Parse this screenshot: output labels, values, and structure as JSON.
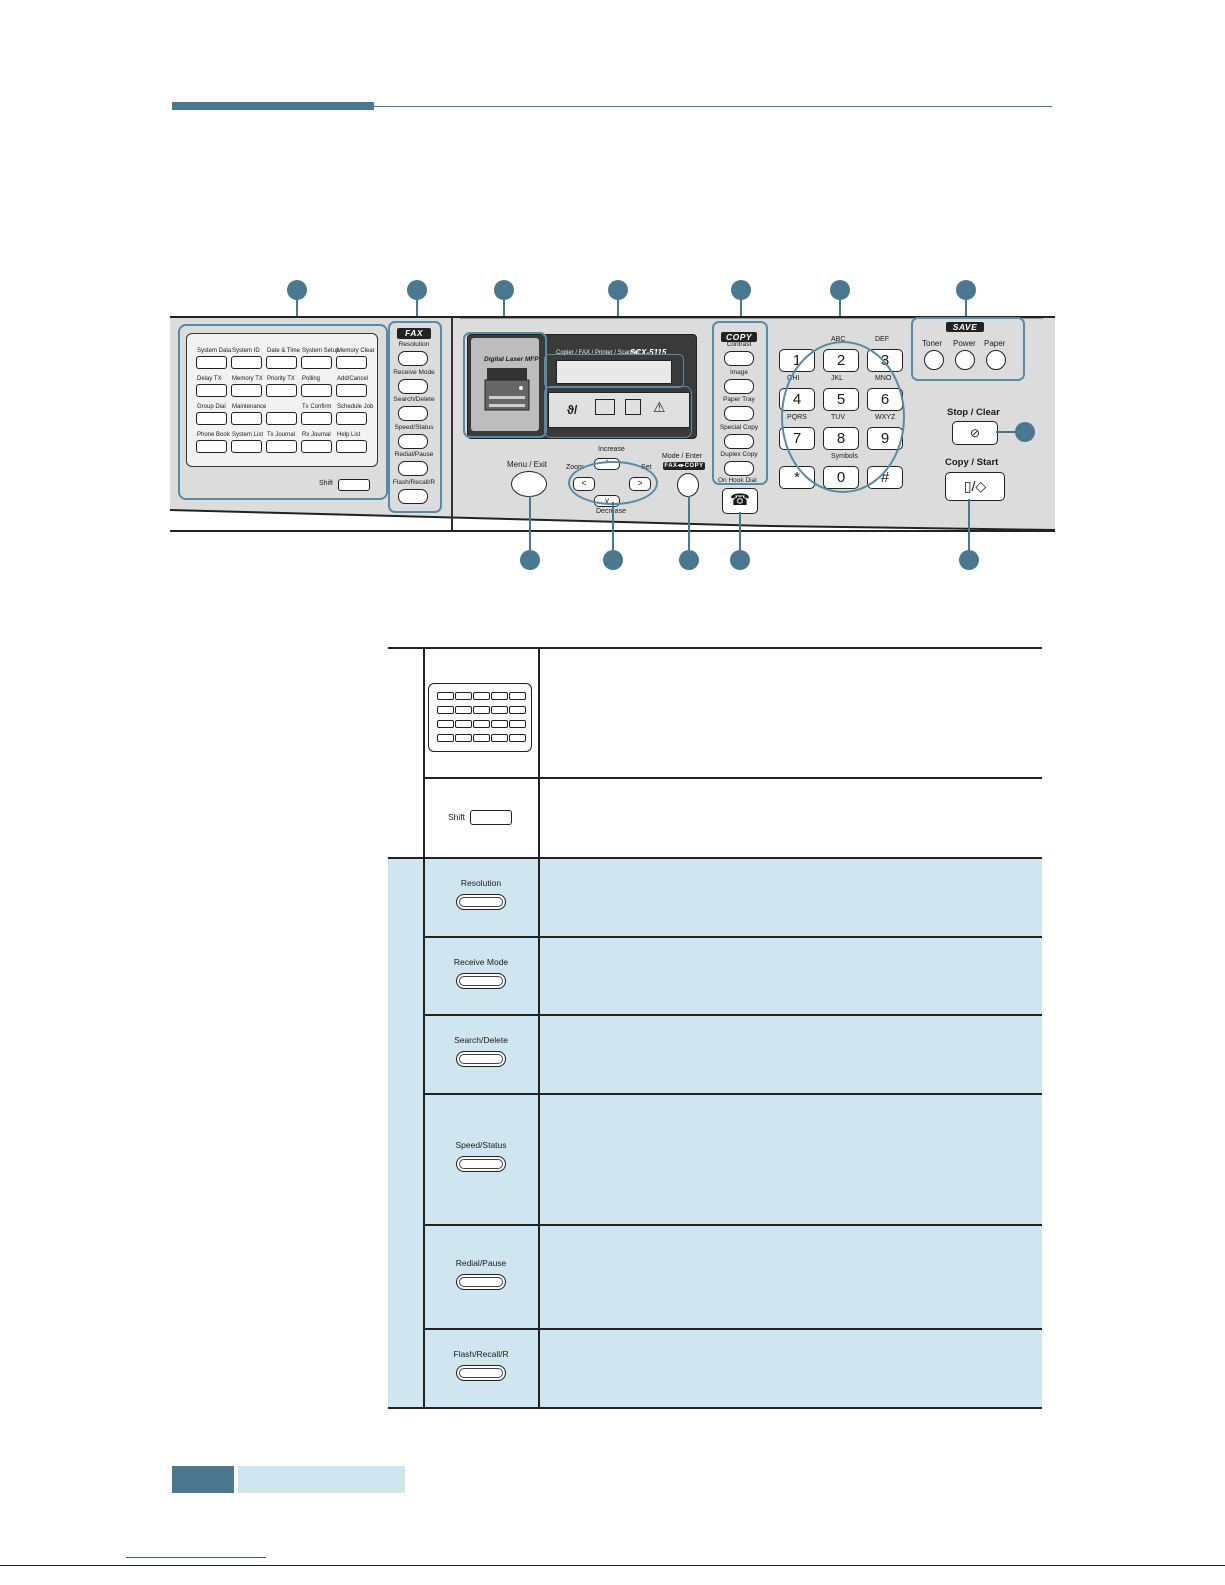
{
  "panel": {
    "one_touch": {
      "labels": [
        "System Data",
        "System ID",
        "Date & Time",
        "System Setup",
        "Memory Clear",
        "Delay TX",
        "Memory TX",
        "Priority TX",
        "Polling",
        "Add/Cancel",
        "Group Dial",
        "Maintenance",
        "",
        "Tx Confirm",
        "Schedule Job",
        "Phone Book",
        "System List",
        "Tx Journal",
        "Rx Journal",
        "Help List"
      ],
      "shift_label": "Shift"
    },
    "fax": {
      "badge": "FAX",
      "buttons": [
        "Resolution",
        "Receive Mode",
        "Search/Delete",
        "Speed/Status",
        "Redial/Pause",
        "Flash/Recall/R"
      ]
    },
    "lcd": {
      "brand_label": "Digital Laser MFP",
      "top_text": "Copier / FAX / Printer / Scanner",
      "model": "SCX-5115"
    },
    "nav": {
      "menu_label": "Menu / Exit",
      "increase": "Increase",
      "decrease": "Decrease",
      "zoom": "Zoom",
      "set": "Set",
      "mode_enter": "Mode / Enter",
      "mode_badge": "FAX◂▸COPY",
      "on_hook": "On Hook Dial"
    },
    "copy": {
      "badge": "COPY",
      "buttons": [
        "Contrast",
        "Image",
        "Paper Tray",
        "Special Copy",
        "Duplex Copy"
      ]
    },
    "keypad": {
      "keys": [
        "1",
        "2",
        "3",
        "4",
        "5",
        "6",
        "7",
        "8",
        "9",
        "*",
        "0",
        "#"
      ],
      "letters": [
        "",
        "ABC",
        "DEF",
        "GHI",
        "JKL",
        "MNO",
        "PQRS",
        "TUV",
        "WXYZ",
        "",
        "Symbols",
        ""
      ]
    },
    "save": {
      "badge": "SAVE",
      "buttons": [
        "Toner",
        "Power",
        "Paper"
      ]
    },
    "stop_clear": "Stop / Clear",
    "copy_start": "Copy / Start"
  },
  "table": {
    "shift_label": "Shift",
    "fax_rows": [
      "Resolution",
      "Receive Mode",
      "Search/Delete",
      "Speed/Status",
      "Redial/Pause",
      "Flash/Recall/R"
    ]
  }
}
